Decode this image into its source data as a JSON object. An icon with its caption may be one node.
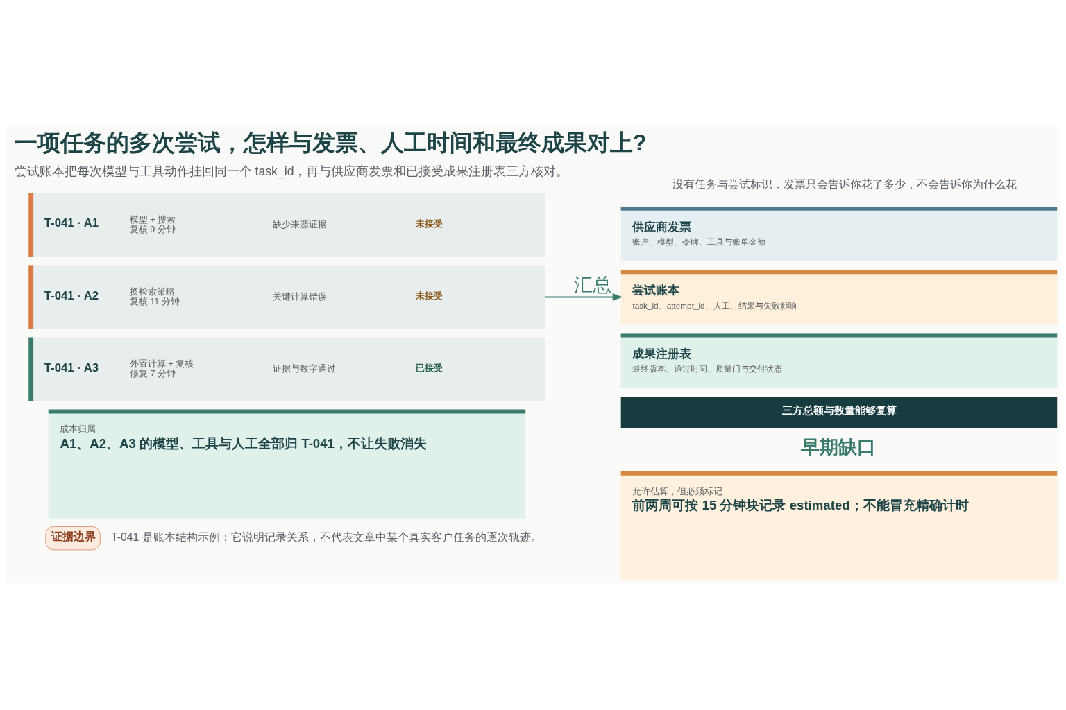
{
  "diagram": {
    "title": "一项任务的多次尝试，怎样与发票、人工时间和最终成果对上?",
    "nodes": [
      {
        "text": [
          "T-041 · A1",
          "模型 + 搜索",
          "复核 9 分钟",
          "缺少来源证据",
          "未接受"
        ]
      },
      {
        "text": [
          "T-041 · A2",
          "换检索策略",
          "复核 11 分钟",
          "关键计算错误",
          "未接受"
        ]
      },
      {
        "text": [
          "T-041 · A3",
          "外置计算 + 复核",
          "修复 7 分钟",
          "证据与数字通过",
          "已接受"
        ]
      },
      {
        "text": [
          "供应商发票",
          "账户、模型、令牌、工具与账单金额"
        ]
      },
      {
        "text": [
          "尝试账本",
          "task_id、attempt_id、人工、结果与失败影响"
        ]
      },
      {
        "text": [
          "成果注册表",
          "最终版本、通过时间、质量门与交付状态"
        ]
      },
      {
        "text": [
          "三方总额与数量能够复算"
        ]
      },
      {
        "text": [
          "成本归属",
          "A1、A2、A3 的模型、工具与人工全部归 T-041，不让失败消失"
        ]
      },
      {
        "text": [
          "允许估算，但必须标记",
          "前两周可按 15 分钟块记录 estimated；不能冒充精确计时"
        ]
      },
      {
        "text": [
          "证据边界"
        ],
        "beside": [
          "T-041 是账本结构示例；它说明记录关系，不代表文章中某个真实客户任务的逐次轨迹。"
        ]
      }
    ],
    "edges": [
      {
        "from": 1,
        "to": 4,
        "arrow": "to",
        "label": "汇总"
      }
    ],
    "labels": [
      "没有任务与尝试标识，发票只会告诉你花了多少，不会告诉你为什么花",
      "尝试账本把每次模型与工具动作挂回同一个 task_id，再与供应商发票和已接受成果注册表三方核对。",
      "早期缺口"
    ]
  }
}
